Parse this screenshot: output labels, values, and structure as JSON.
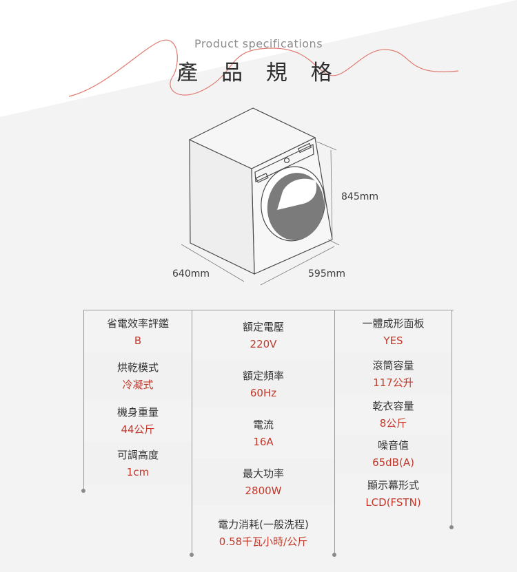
{
  "header": {
    "title_en": "Product specifications",
    "title_zh": "產 品 規 格"
  },
  "dimensions": {
    "height": "845mm",
    "width": "640mm",
    "depth": "595mm"
  },
  "specs": {
    "col1": [
      {
        "label": "省電效率評鑑",
        "value": "B"
      },
      {
        "label": "烘乾模式",
        "value": "冷凝式"
      },
      {
        "label": "機身重量",
        "value": "44公斤"
      },
      {
        "label": "可調高度",
        "value": "1cm"
      }
    ],
    "col2": [
      {
        "label": "額定電壓",
        "value": "220V"
      },
      {
        "label": "額定頻率",
        "value": "60Hz"
      },
      {
        "label": "電流",
        "value": "16A"
      },
      {
        "label": "最大功率",
        "value": "2800W"
      },
      {
        "label": "電力消耗(一般洗程)",
        "value": "0.58千瓦小時/公斤"
      }
    ],
    "col3": [
      {
        "label": "一體成形面板",
        "value": "YES"
      },
      {
        "label": "滾筒容量",
        "value": "117公升"
      },
      {
        "label": "乾衣容量",
        "value": "8公斤"
      },
      {
        "label": "噪音值",
        "value": "65dB(A)"
      },
      {
        "label": "顯示幕形式",
        "value": "LCD(FSTN)"
      }
    ]
  },
  "colors": {
    "accent": "#c0392b",
    "text": "#333333",
    "shade": "#f1f1f1"
  }
}
